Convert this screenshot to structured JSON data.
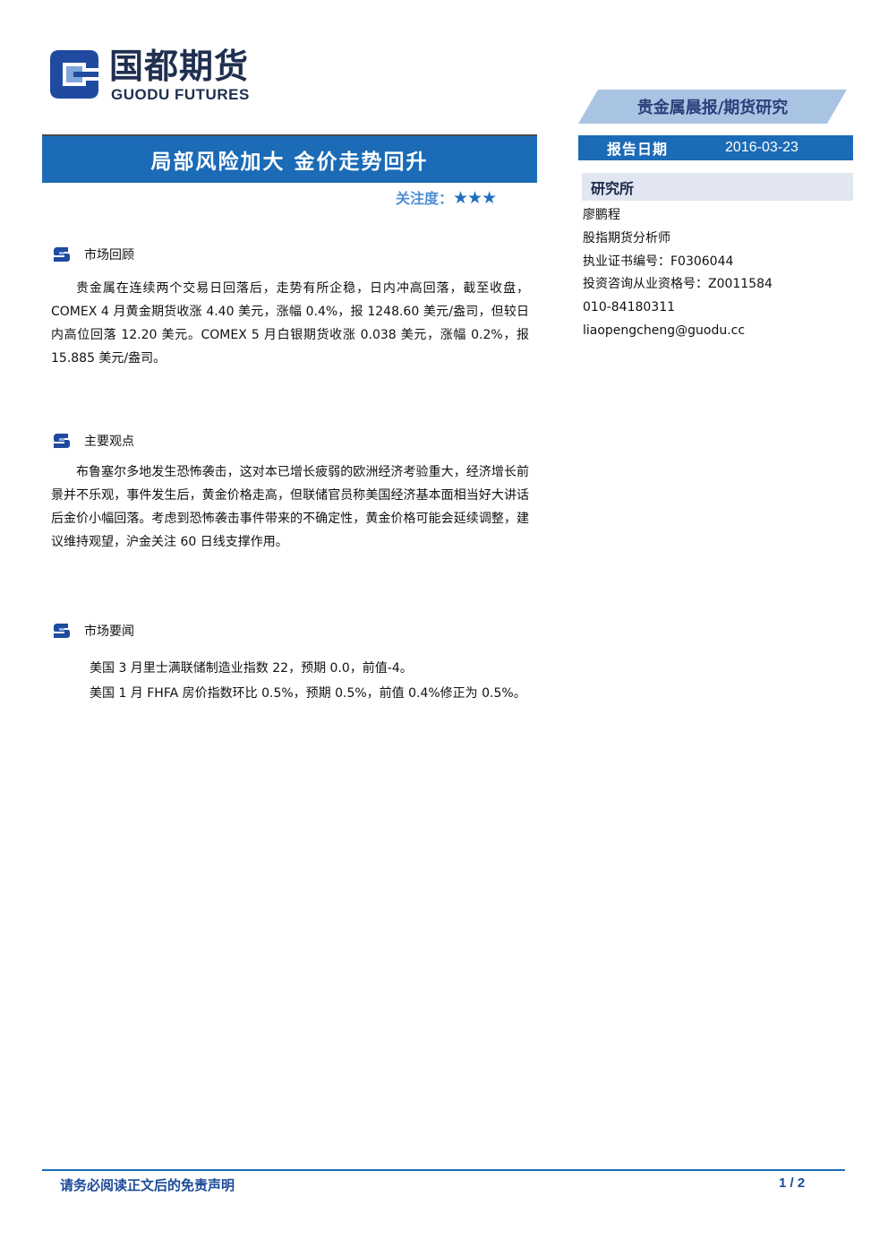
{
  "logo": {
    "cn": "国都期货",
    "en": "GUODU FUTURES"
  },
  "header": {
    "banner": "贵金属晨报/期货研究",
    "date_label": "报告日期",
    "date_value": "2016-03-23",
    "title": "局部风险加大 金价走势回升",
    "attention_label": "关注度：",
    "attention_stars": "★★★"
  },
  "institute": {
    "heading": "研究所",
    "name": "廖鹏程",
    "role": "股指期货分析师",
    "cert": "执业证书编号：F0306044",
    "qualification": "投资咨询从业资格号：Z0011584",
    "phone": "010-84180311",
    "email": "liaopengcheng@guodu.cc"
  },
  "sections": {
    "review": {
      "label": "市场回顾",
      "text": "贵金属在连续两个交易日回落后，走势有所企稳，日内冲高回落，截至收盘，COMEX 4 月黄金期货收涨 4.40 美元，涨幅 0.4%，报 1248.60 美元/盎司，但较日内高位回落 12.20 美元。COMEX 5 月白银期货收涨 0.038 美元，涨幅 0.2%，报 15.885 美元/盎司。"
    },
    "view": {
      "label": "主要观点",
      "text": "布鲁塞尔多地发生恐怖袭击，这对本已增长疲弱的欧洲经济考验重大，经济增长前景并不乐观，事件发生后，黄金价格走高，但联储官员称美国经济基本面相当好大讲话后金价小幅回落。考虑到恐怖袭击事件带来的不确定性，黄金价格可能会延续调整，建议维持观望，沪金关注 60 日线支撑作用。"
    },
    "news": {
      "label": "市场要闻",
      "items": [
        "美国 3 月里士满联储制造业指数 22，预期 0.0，前值-4。",
        "美国 1 月 FHFA 房价指数环比 0.5%，预期 0.5%，前值 0.4%修正为 0.5%。"
      ]
    }
  },
  "footer": {
    "disclaimer": "请务必阅读正文后的免责声明",
    "page": "1 / 2"
  },
  "colors": {
    "brand_blue": "#1b6bb6",
    "banner_light": "#a9c3e3",
    "navy": "#1f2f4f"
  }
}
